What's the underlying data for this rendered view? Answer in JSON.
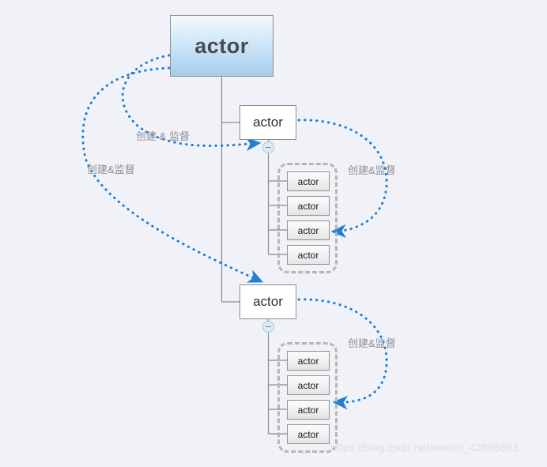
{
  "diagram": {
    "background_color": "#f1f2f7",
    "accent_color": "#1f7fd4",
    "root": {
      "label": "actor"
    },
    "mid_nodes": [
      {
        "label": "actor"
      },
      {
        "label": "actor"
      }
    ],
    "group_1_children": [
      {
        "label": "actor"
      },
      {
        "label": "actor"
      },
      {
        "label": "actor"
      },
      {
        "label": "actor"
      }
    ],
    "group_2_children": [
      {
        "label": "actor"
      },
      {
        "label": "actor"
      },
      {
        "label": "actor"
      },
      {
        "label": "actor"
      }
    ],
    "edge_labels": {
      "root_to_mid1": "创建 & 监督",
      "root_to_mid2": "创建&监督",
      "mid1_to_group1": "创建&监督",
      "mid2_to_group2": "创建&监督"
    },
    "toggles": [
      {
        "name": "collapse-toggle-mid1",
        "state": "expanded",
        "glyph": "minus"
      },
      {
        "name": "collapse-toggle-mid2",
        "state": "expanded",
        "glyph": "minus"
      }
    ],
    "watermark": "https://blog.csdn.net/weixin_42886893"
  }
}
